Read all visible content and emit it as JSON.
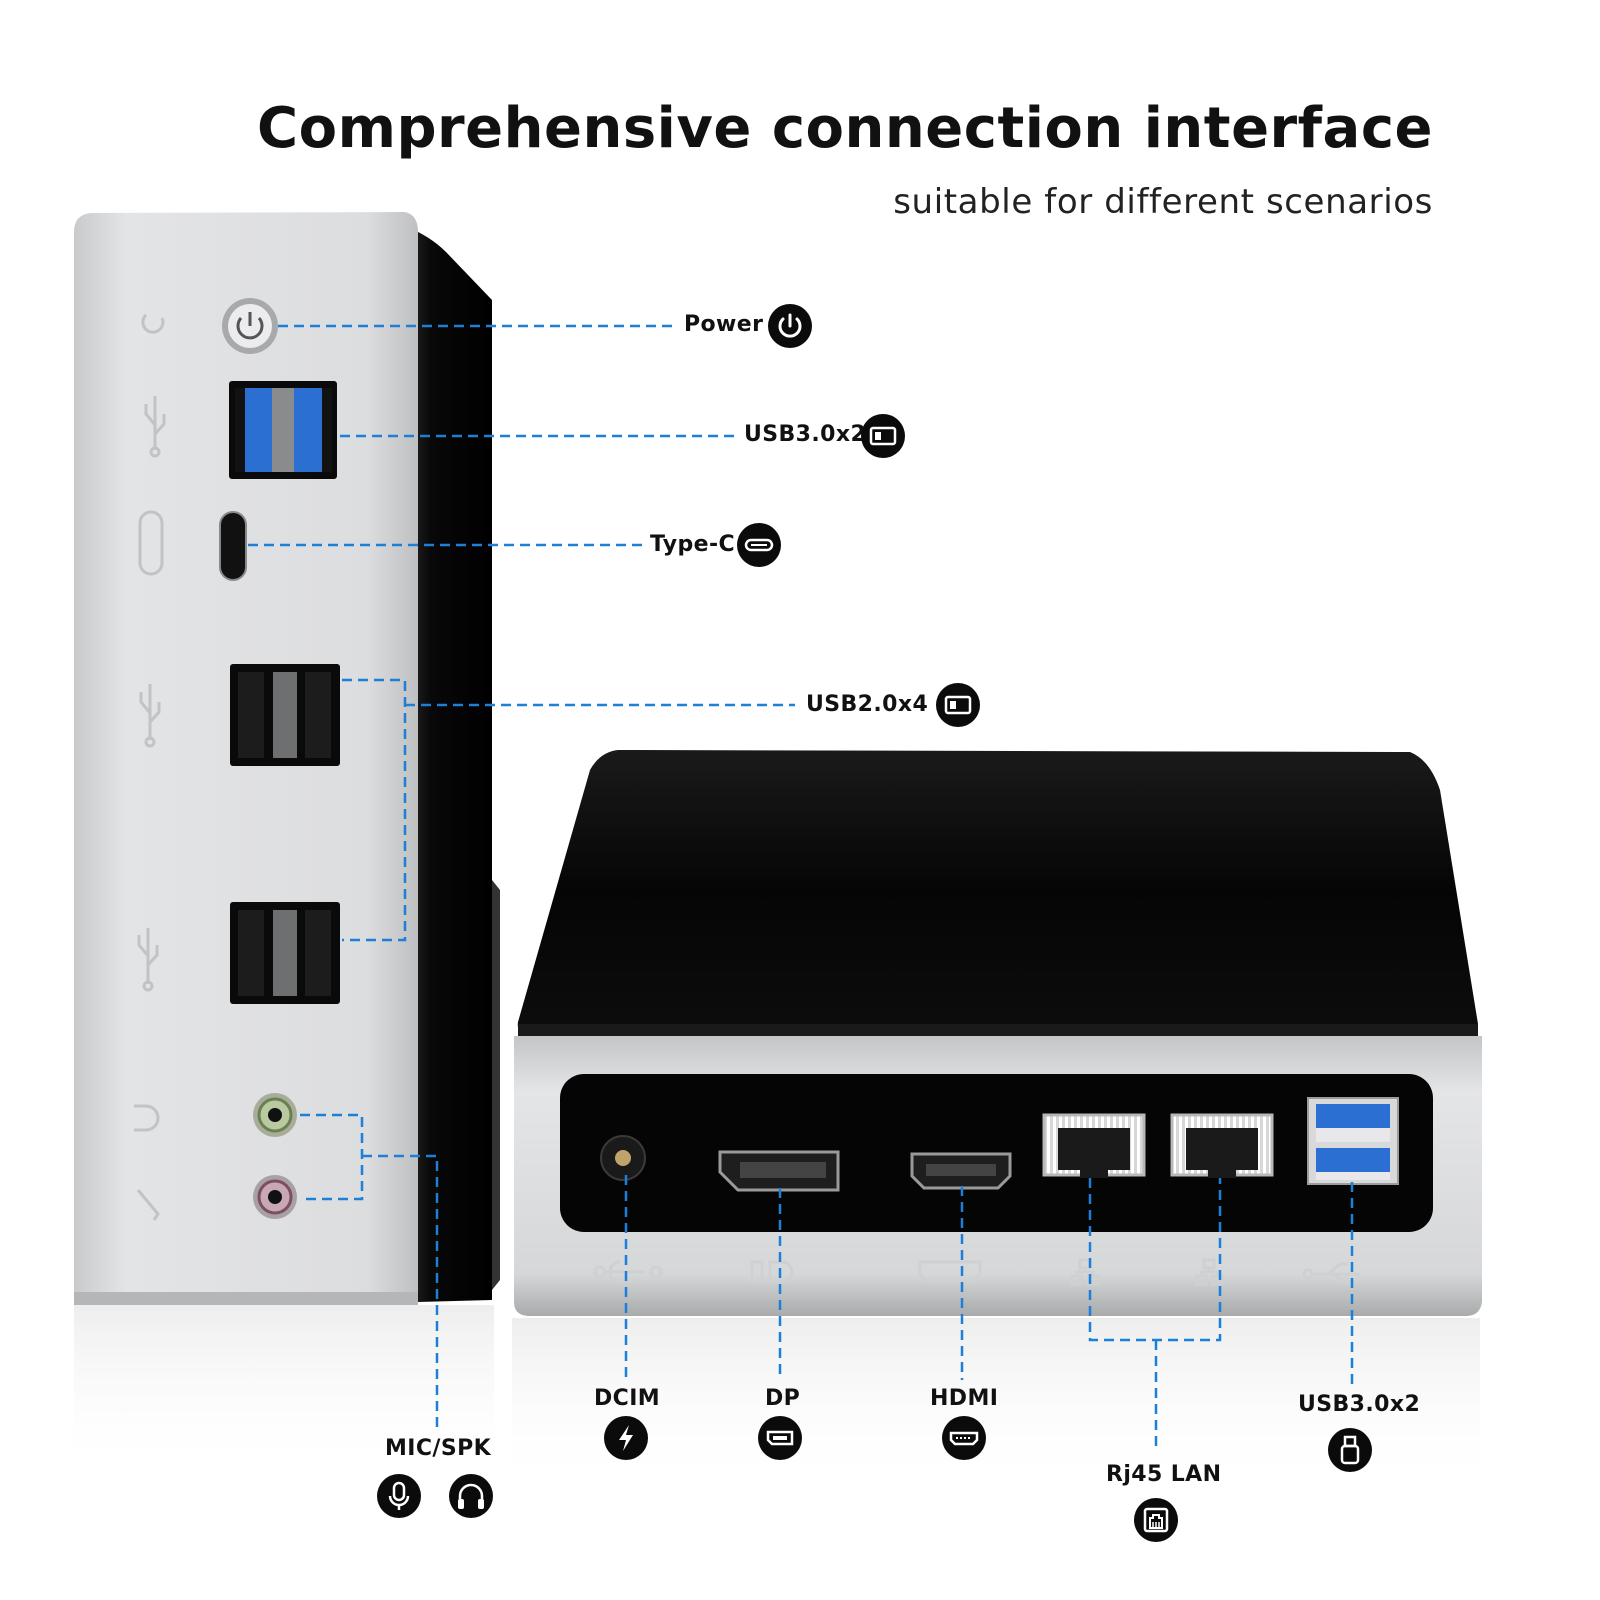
{
  "headline": "Comprehensive connection interface",
  "subheadline": "suitable for different scenarios",
  "colors": {
    "callout_line": "#1e7fd6",
    "chassis_silver": "#d9dadc",
    "top_black": "#050505",
    "usb3_blue": "#2b6fd3",
    "badge": "#0b0b0b"
  },
  "side_ports": [
    {
      "label": "Power",
      "icon": "power-icon"
    },
    {
      "label": "USB3.0x2",
      "icon": "usb-port-icon"
    },
    {
      "label": "Type-C",
      "icon": "type-c-icon"
    },
    {
      "label": "USB2.0x4",
      "icon": "usb-port-icon"
    },
    {
      "label": "MIC/SPK",
      "icons": [
        "microphone-icon",
        "headphones-icon"
      ]
    }
  ],
  "rear_ports": [
    {
      "label": "DCIM",
      "icon": "lightning-icon"
    },
    {
      "label": "DP",
      "icon": "displayport-icon"
    },
    {
      "label": "HDMI",
      "icon": "hdmi-icon"
    },
    {
      "label": "Rj45 LAN",
      "icon": "ethernet-icon"
    },
    {
      "label": "USB3.0x2",
      "icon": "usb-stick-icon"
    }
  ]
}
